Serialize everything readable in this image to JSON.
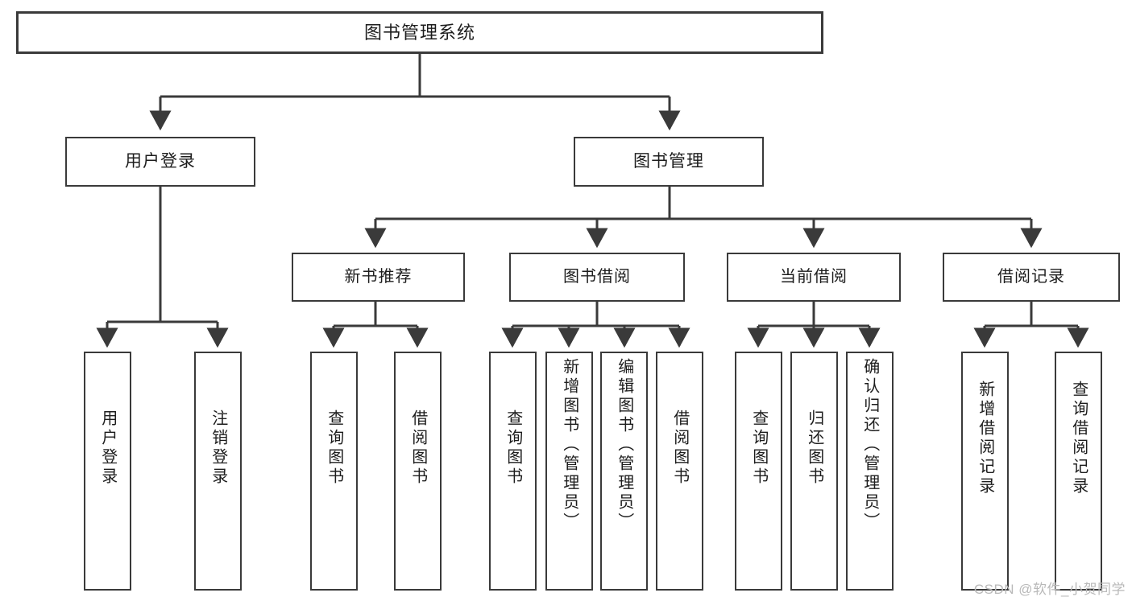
{
  "diagram": {
    "type": "tree",
    "title": "图书管理系统",
    "root": {
      "label": "图书管理系统"
    },
    "level2": [
      {
        "label": "用户登录"
      },
      {
        "label": "图书管理"
      }
    ],
    "level3": [
      {
        "label": "新书推荐"
      },
      {
        "label": "图书借阅"
      },
      {
        "label": "当前借阅"
      },
      {
        "label": "借阅记录"
      }
    ],
    "leaves": {
      "user_login": [
        {
          "label": "用户登录"
        },
        {
          "label": "注销登录"
        }
      ],
      "new_book_recommend": [
        {
          "label": "查询图书"
        },
        {
          "label": "借阅图书"
        }
      ],
      "book_borrow": [
        {
          "label": "查询图书"
        },
        {
          "label": "新增图书（管理员）"
        },
        {
          "label": "编辑图书（管理员）"
        },
        {
          "label": "借阅图书"
        }
      ],
      "current_borrow": [
        {
          "label": "查询图书"
        },
        {
          "label": "归还图书"
        },
        {
          "label": "确认归还（管理员）"
        }
      ],
      "borrow_record": [
        {
          "label": "新增借阅记录"
        },
        {
          "label": "查询借阅记录"
        }
      ]
    }
  },
  "watermark": {
    "text": "CSDN @软件_小贺同学"
  },
  "colors": {
    "border": "#3a3a3a",
    "text": "#1d1d1d",
    "background": "#ffffff",
    "watermark": "#b9b9b9"
  }
}
